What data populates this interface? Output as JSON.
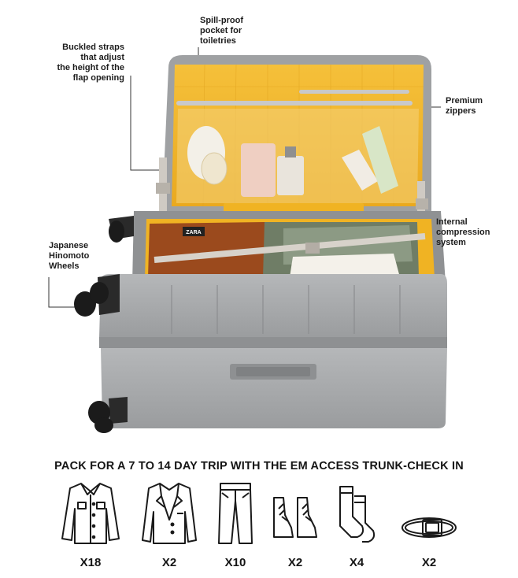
{
  "callouts": {
    "spill_proof": "Spill-proof\npocket for\ntoiletries",
    "buckled_straps": "Buckled straps\nthat adjust\nthe height of the\nflap opening",
    "premium_zippers": "Premium\nzippers",
    "internal_compression": "Internal\ncompression\nsystem",
    "wheels": "Japanese\nHinomoto\nWheels"
  },
  "badge": "ZARA",
  "headline": "PACK FOR A 7 TO 14 DAY TRIP WITH THE EM ACCESS TRUNK-CHECK IN",
  "pack_list": [
    {
      "icon": "shirt-icon",
      "count": "X18"
    },
    {
      "icon": "blazer-icon",
      "count": "X2"
    },
    {
      "icon": "trousers-icon",
      "count": "X10"
    },
    {
      "icon": "shoes-icon",
      "count": "X2"
    },
    {
      "icon": "socks-icon",
      "count": "X4"
    },
    {
      "icon": "belt-icon",
      "count": "X2"
    }
  ],
  "colors": {
    "lining": "#f2b62a",
    "shell": "#a9abad",
    "shell_dark": "#8e9092",
    "wheels": "#1b1b1b"
  }
}
